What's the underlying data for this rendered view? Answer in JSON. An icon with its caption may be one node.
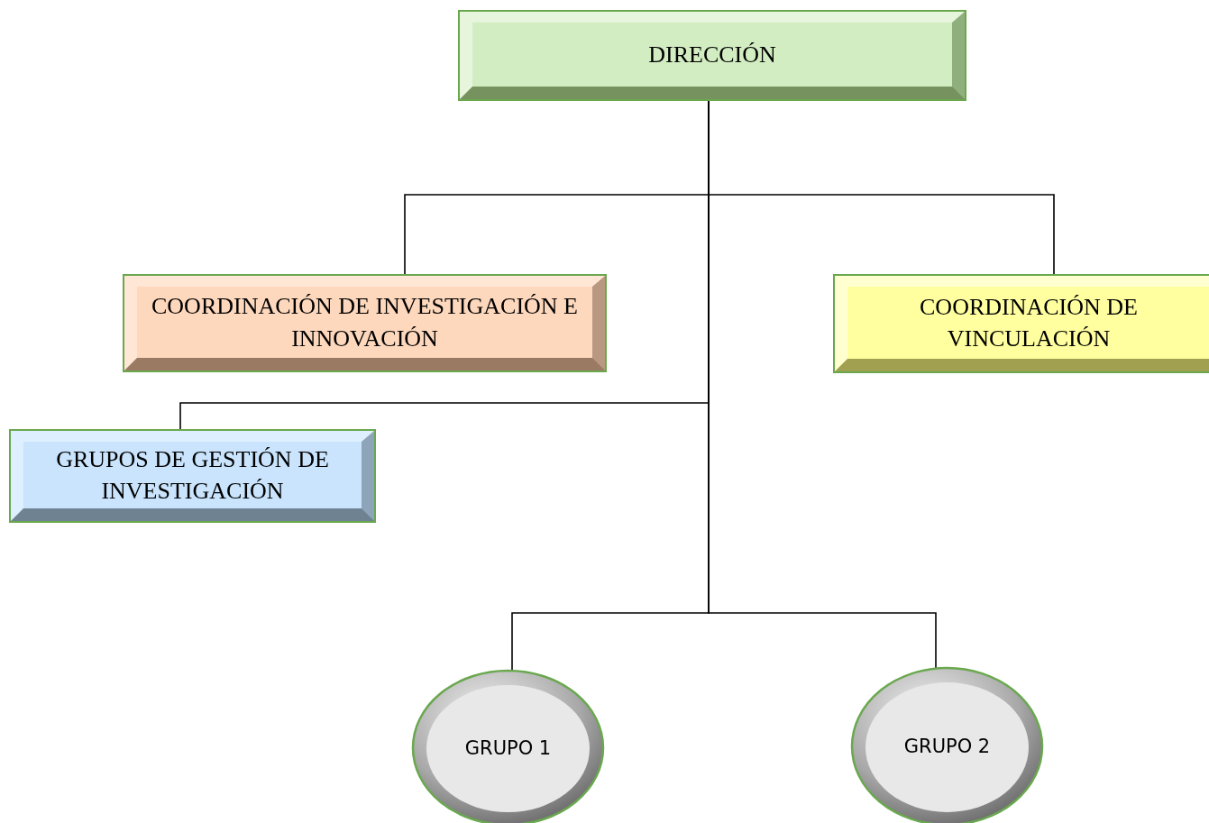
{
  "diagram": {
    "nodes": [
      {
        "text": [
          "DIRECCIÓN"
        ]
      },
      {
        "text": [
          "COORDINACIÓN DE INVESTIGACIÓN E INNOVACIÓN"
        ]
      },
      {
        "text": [
          "COORDINACIÓN DE VINCULACIÓN"
        ]
      },
      {
        "text": [
          "GRUPOS DE GESTIÓN DE INVESTIGACIÓN"
        ]
      },
      {
        "text": [
          "GRUPO 1"
        ]
      },
      {
        "text": [
          "GRUPO 2"
        ]
      }
    ],
    "edges": [
      {
        "from": 0,
        "to": 1,
        "arrow": "none"
      },
      {
        "from": 0,
        "to": 2,
        "arrow": "none"
      },
      {
        "from": 0,
        "to": 3,
        "arrow": "none"
      },
      {
        "from": 0,
        "to": 4,
        "arrow": "none"
      },
      {
        "from": 0,
        "to": 5,
        "arrow": "none"
      }
    ]
  }
}
